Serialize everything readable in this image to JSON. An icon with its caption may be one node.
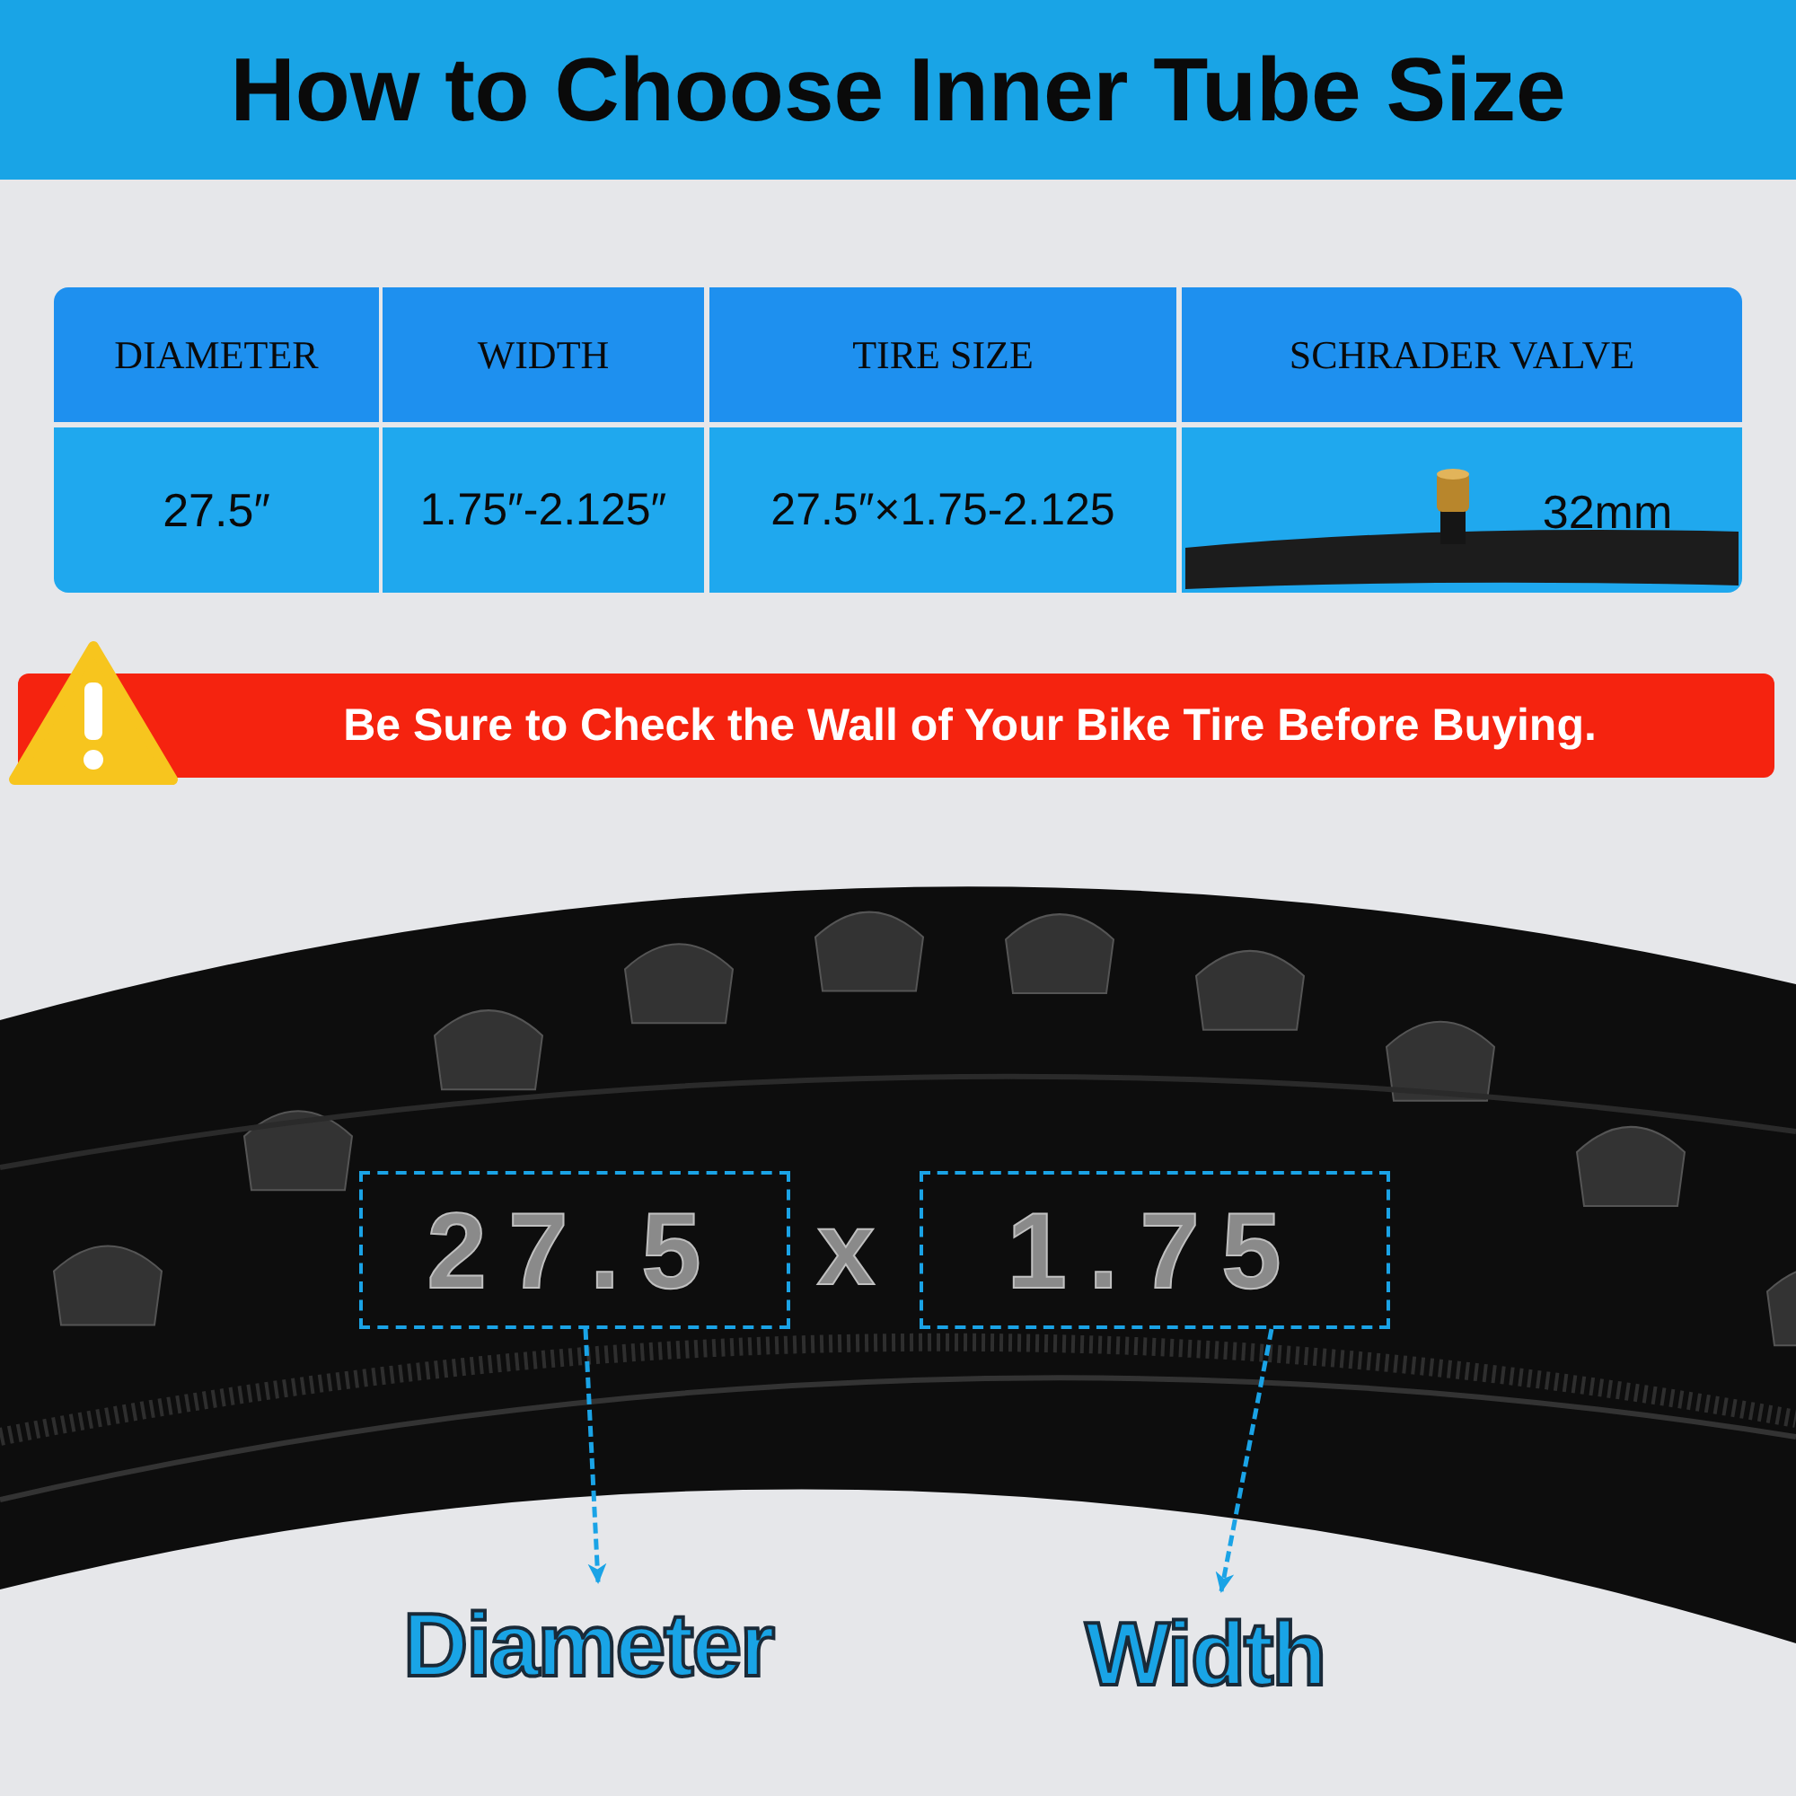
{
  "diagram": {
    "title": "How to Choose Inner Tube Size",
    "nodes": [
      {
        "text": [
          "27.5"
        ]
      },
      {
        "text": [
          "1.75"
        ]
      },
      {
        "text": [
          "Diameter"
        ]
      },
      {
        "text": [
          "Width"
        ]
      }
    ],
    "edges": [
      {
        "from": 0,
        "to": 2,
        "arrow": "to",
        "style": "dashed"
      },
      {
        "from": 1,
        "to": 3,
        "arrow": "to",
        "style": "dashed"
      }
    ],
    "labels": [
      "DIAMETER",
      "WIDTH",
      "TIRE SIZE",
      "SCHRADER VALVE",
      "27.5″",
      "1.75″-2.125″",
      "27.5″×1.75-2.125",
      "32mm",
      "Be Sure to Check the Wall of Your Bike Tire Before Buying.",
      "x"
    ]
  }
}
